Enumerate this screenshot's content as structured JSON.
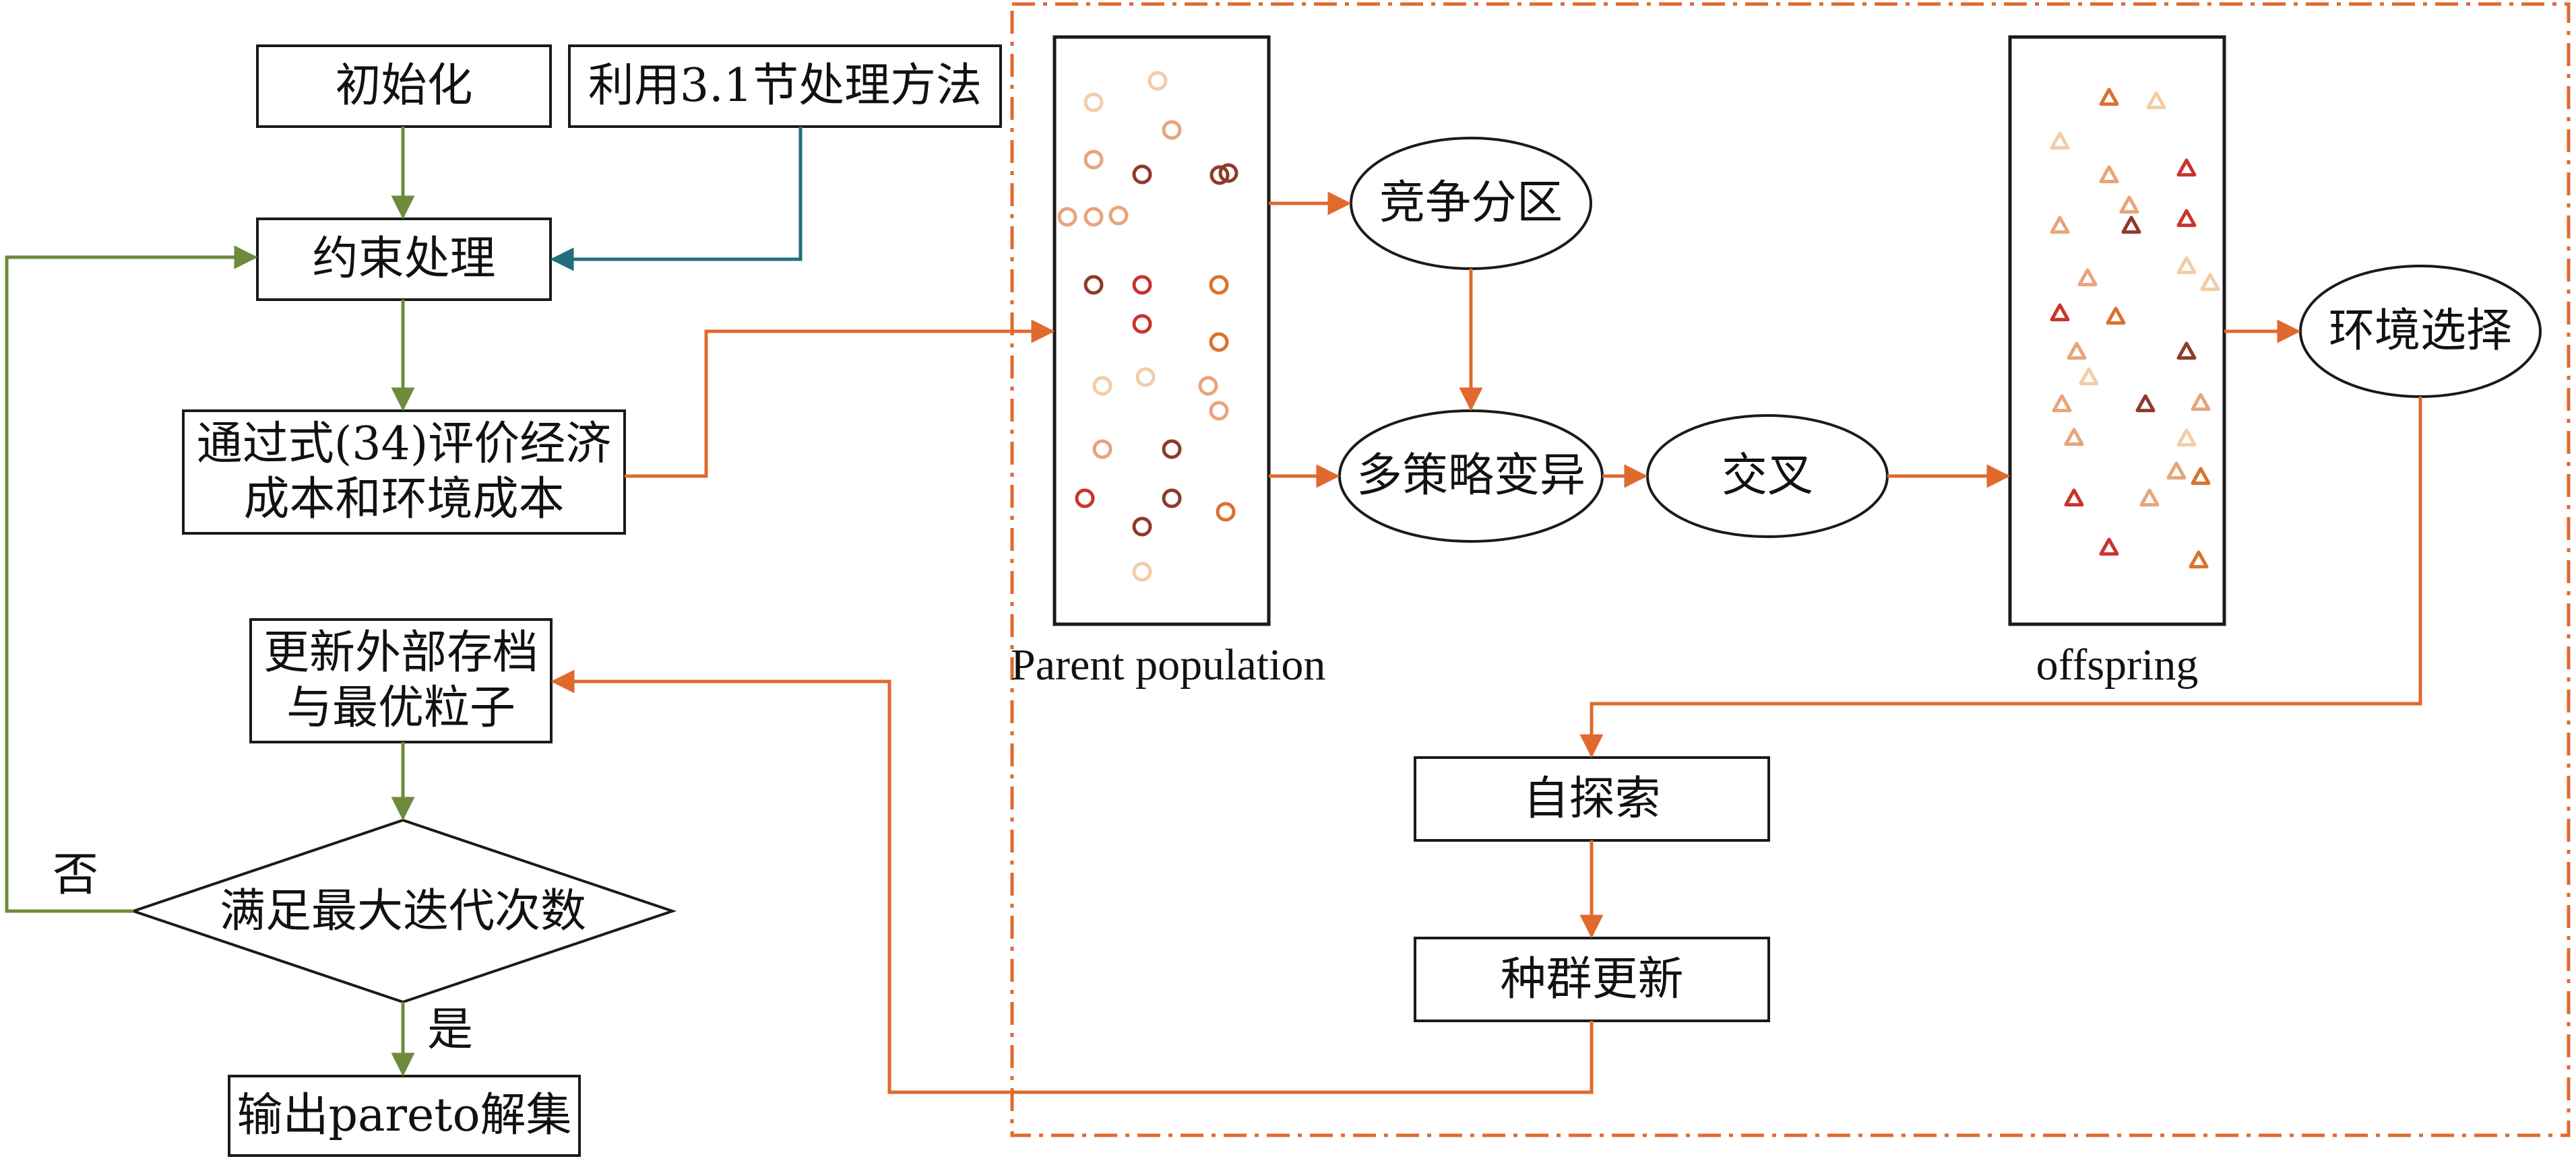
{
  "colors": {
    "green_flow": "#6f8a3c",
    "teal_flow": "#1f6f7e",
    "orange_flow": "#e06a2e",
    "dash_border": "#e06a2e",
    "box_stroke": "#1a1a1a",
    "dot_palette": [
      "#f2cda8",
      "#e8a47c",
      "#d9722e",
      "#c8342c",
      "#8e3a2a"
    ]
  },
  "left_flow": {
    "init": "初始化",
    "method_ref": "利用3.1节处理方法",
    "constraint": "约束处理",
    "evaluate_line1": "通过式(34)评价经济",
    "evaluate_line2": "成本和环境成本",
    "update_line1": "更新外部存档",
    "update_line2": "与最优粒子",
    "decision": "满足最大迭代次数",
    "no_label": "否",
    "yes_label": "是",
    "output": "输出pareto解集"
  },
  "right_flow": {
    "parent_caption": "Parent population",
    "offspring_caption": "offspring",
    "competition": "竞争分区",
    "mutation": "多策略变异",
    "crossover": "交叉",
    "env_selection": "环境选择",
    "self_explore": "自探索",
    "pop_update": "种群更新"
  },
  "parent_markers": {
    "shape": "circle-outline",
    "count": 26
  },
  "offspring_markers": {
    "shape": "triangle-outline",
    "count": 28
  }
}
